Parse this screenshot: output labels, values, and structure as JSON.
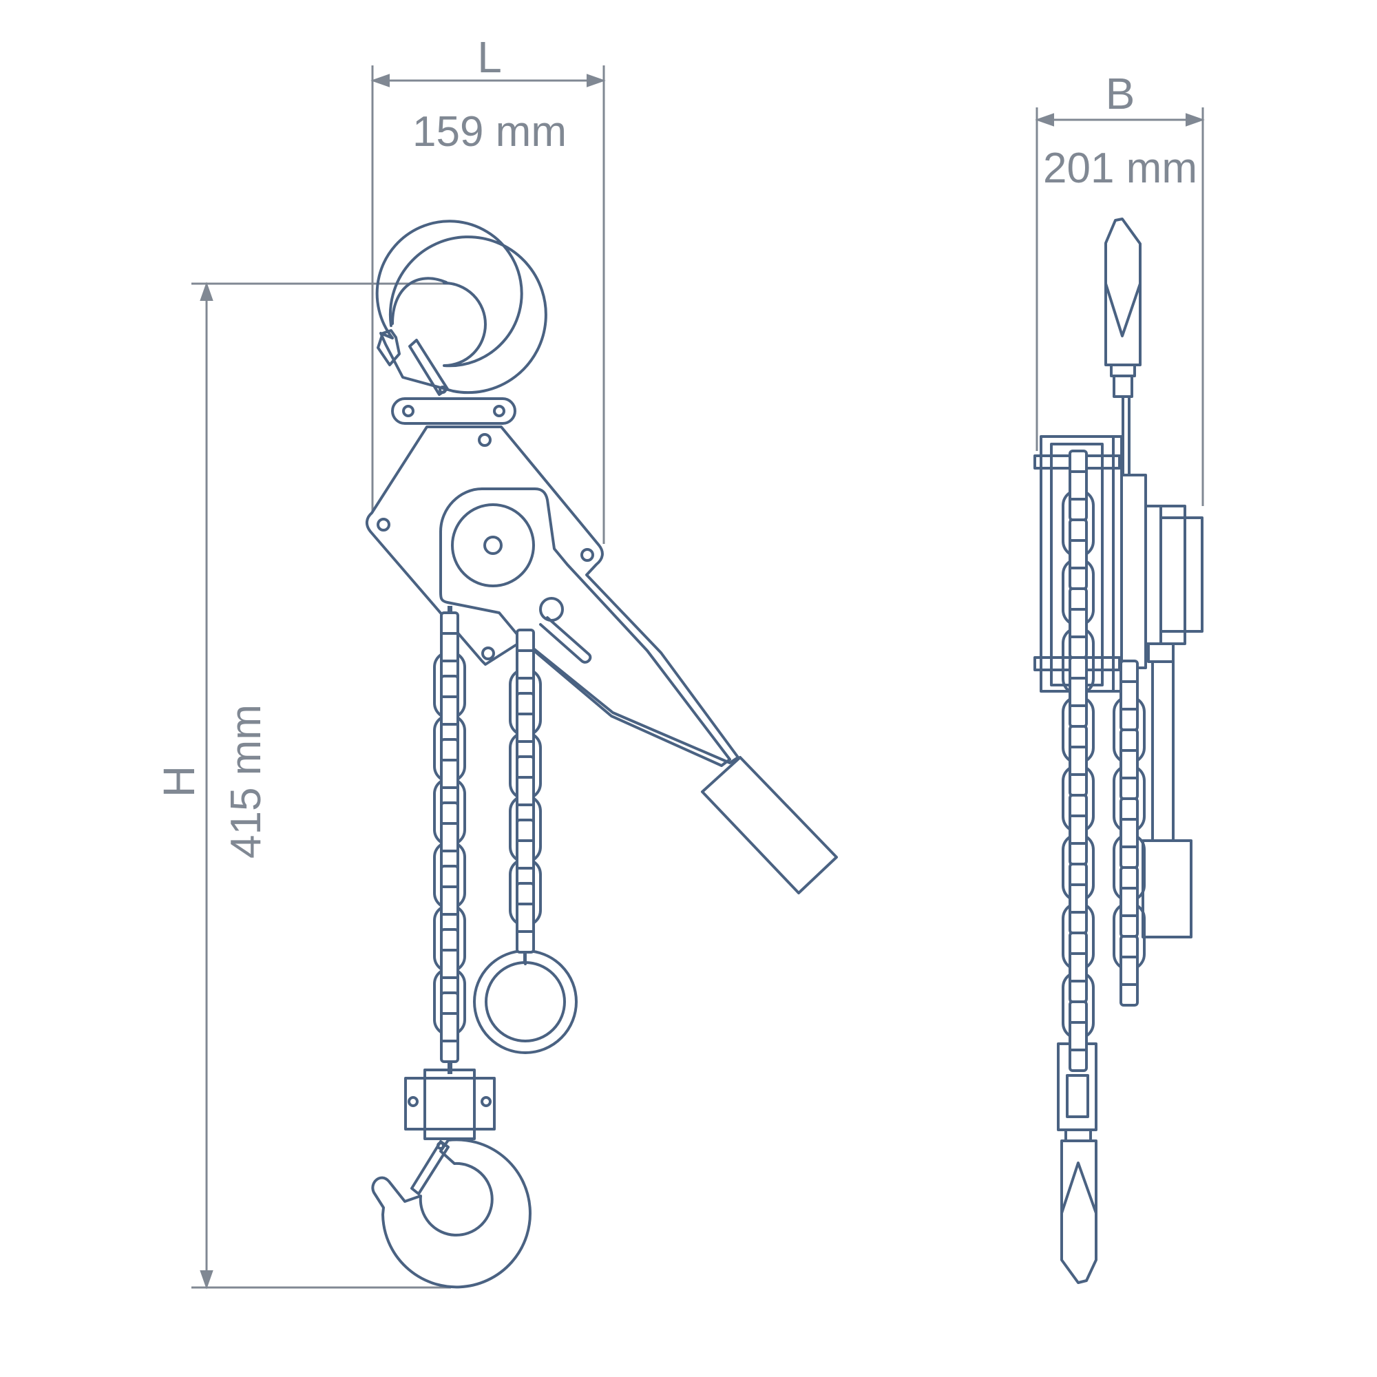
{
  "dimensions": {
    "length": {
      "letter": "L",
      "value": "159 mm"
    },
    "height": {
      "letter": "H",
      "value": "415 mm"
    },
    "width": {
      "letter": "B",
      "value": "201 mm"
    }
  },
  "colors": {
    "line": "#4a6282",
    "dimension": "#808893",
    "background": "#ffffff"
  },
  "icons": [
    "lever-hoist-front-view",
    "lever-hoist-side-view"
  ]
}
